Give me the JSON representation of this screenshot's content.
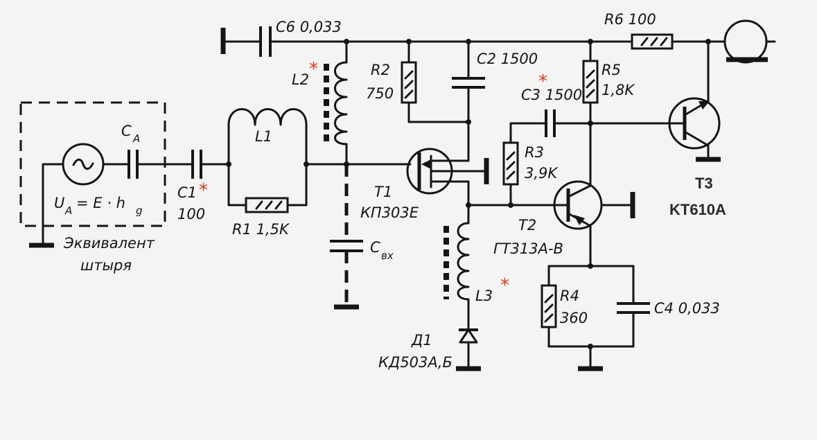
{
  "colors": {
    "ink": "#151515",
    "background": "#f4f4f2",
    "star": "#d9381e"
  },
  "icons": [
    "ac-source-icon",
    "ground-icon",
    "antenna-connector-icon",
    "transistor-icon",
    "diode-icon"
  ],
  "labels": {
    "c6": "C6 0,033",
    "r6": "R6 100",
    "l2": "L2",
    "r2_name": "R2",
    "r2_value": "750",
    "c2": "C2 1500",
    "r5_name": "R5",
    "r5_value": "1,8K",
    "c3": "C3 1500",
    "ca": "C",
    "ca_sub": "A",
    "l1": "L1",
    "c1_name": "C1",
    "c1_value": "100",
    "r1": "R1 1,5K",
    "ua_main": "U",
    "ua_sub": "A",
    "ua_eq": "= E · h",
    "ua_eq_sub": "g",
    "equiv_line1": "Эквивалент",
    "equiv_line2": "штыря",
    "t1_name": "T1",
    "t1_type": "КП303Е",
    "r3_name": "R3",
    "r3_value": "3,9K",
    "t2_name": "T2",
    "t2_type": "ГТ313А-В",
    "t3_name": "T3",
    "t3_type": "KT610A",
    "cvx": "C",
    "cvx_sub": "вх",
    "l3": "L3",
    "r4_name": "R4",
    "r4_value": "360",
    "c4": "C4 0,033",
    "d1_name": "Д1",
    "d1_type": "КД503А,Б",
    "star": "*"
  }
}
